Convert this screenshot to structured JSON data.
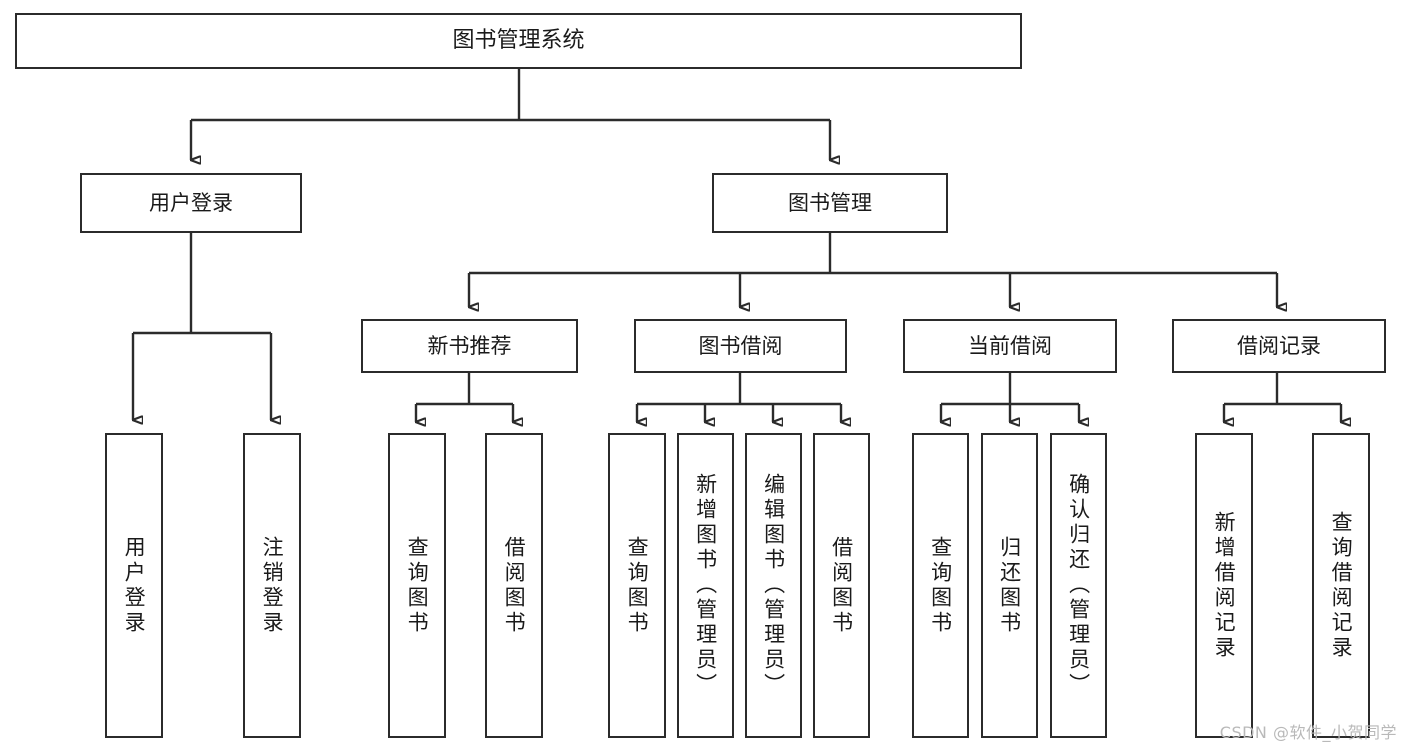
{
  "diagram": {
    "type": "tree",
    "title": "图书管理系统",
    "orientation": "top-down",
    "colors": {
      "box_border": "#2b2b2b",
      "box_fill": "#ffffff",
      "text": "#1a1a1a",
      "connector": "#2b2b2b",
      "watermark": "#b9b9b9",
      "background": "#ffffff"
    },
    "nodes": {
      "root": {
        "label": "图书管理系统"
      },
      "level1": [
        {
          "id": "user-login",
          "label": "用户登录"
        },
        {
          "id": "book-manage",
          "label": "图书管理"
        }
      ],
      "level2": [
        {
          "id": "new-book-rec",
          "label": "新书推荐"
        },
        {
          "id": "book-borrow",
          "label": "图书借阅"
        },
        {
          "id": "current-borrow",
          "label": "当前借阅"
        },
        {
          "id": "borrow-record",
          "label": "借阅记录"
        }
      ],
      "leaves": [
        {
          "id": "leaf-user-login",
          "parent": "user-login",
          "label": "用户登录"
        },
        {
          "id": "leaf-logout",
          "parent": "user-login",
          "label": "注销登录"
        },
        {
          "id": "leaf-query-book-1",
          "parent": "new-book-rec",
          "label": "查询图书"
        },
        {
          "id": "leaf-borrow-book-1",
          "parent": "new-book-rec",
          "label": "借阅图书"
        },
        {
          "id": "leaf-query-book-2",
          "parent": "book-borrow",
          "label": "查询图书"
        },
        {
          "id": "leaf-add-book",
          "parent": "book-borrow",
          "label": "新增图书（管理员）"
        },
        {
          "id": "leaf-edit-book",
          "parent": "book-borrow",
          "label": "编辑图书（管理员）"
        },
        {
          "id": "leaf-borrow-book-2",
          "parent": "book-borrow",
          "label": "借阅图书"
        },
        {
          "id": "leaf-query-book-3",
          "parent": "current-borrow",
          "label": "查询图书"
        },
        {
          "id": "leaf-return-book",
          "parent": "current-borrow",
          "label": "归还图书"
        },
        {
          "id": "leaf-confirm-return",
          "parent": "current-borrow",
          "label": "确认归还（管理员）"
        },
        {
          "id": "leaf-add-record",
          "parent": "borrow-record",
          "label": "新增借阅记录"
        },
        {
          "id": "leaf-query-record",
          "parent": "borrow-record",
          "label": "查询借阅记录"
        }
      ]
    },
    "watermark": "CSDN @软件_小贺同学"
  }
}
